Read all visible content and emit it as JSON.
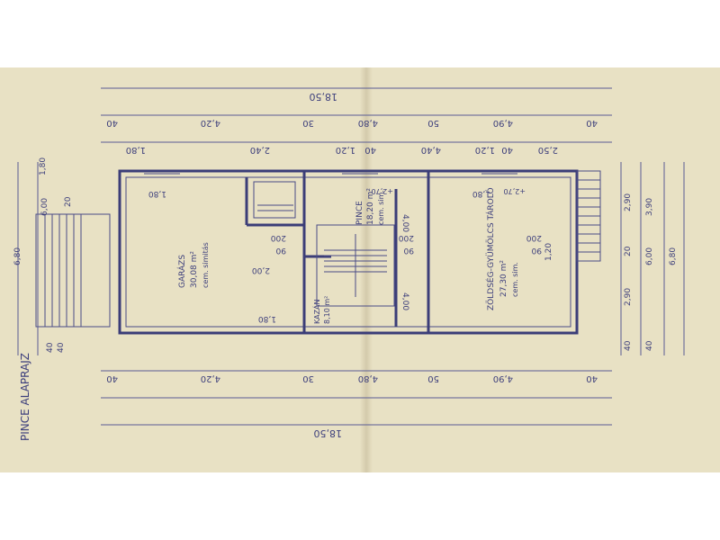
{
  "plan": {
    "title": "PINCE ALAPRAJZ",
    "overall": "18,50",
    "top_segments": [
      "40",
      "4,20",
      "30",
      "4,80",
      "50",
      "4,90",
      "40"
    ],
    "top_segments_2": [
      "1,80",
      "2,40",
      "1,20",
      "40",
      "4,40",
      "1,20",
      "40",
      "2,50"
    ],
    "bottom_segments": [
      "40",
      "4,20",
      "30",
      "4,80",
      "50",
      "4,90",
      "40"
    ],
    "right_dims": [
      "40",
      "2,90",
      "20",
      "2,90",
      "40",
      "6,00",
      "6,80",
      "3,90"
    ],
    "left_dims": [
      "40",
      "40",
      "6,00",
      "20",
      "6,80",
      "1,80"
    ],
    "rooms": {
      "garage": {
        "name": "GARÁZS",
        "area": "30,08 m²",
        "floor": "cem. simitás"
      },
      "cellar": {
        "name": "PINCE",
        "area": "18,20 m²",
        "floor": "cem. sim."
      },
      "storage": {
        "name": "ZÖLDSÉG-GYÜMÖLCS TÁROLÓ",
        "area": "27,30 m²",
        "floor": "cem. sim."
      },
      "boiler": {
        "name": "KAZÁN",
        "area": "8,10 m²"
      }
    },
    "door_labels": [
      "90",
      "200",
      "90",
      "200",
      "90",
      "200",
      "1,80",
      "1,80",
      "2,00",
      "1,80",
      "4,00",
      "4,00",
      "1,20"
    ],
    "ceiling_marks": [
      "+2,70",
      "+2,70"
    ]
  }
}
